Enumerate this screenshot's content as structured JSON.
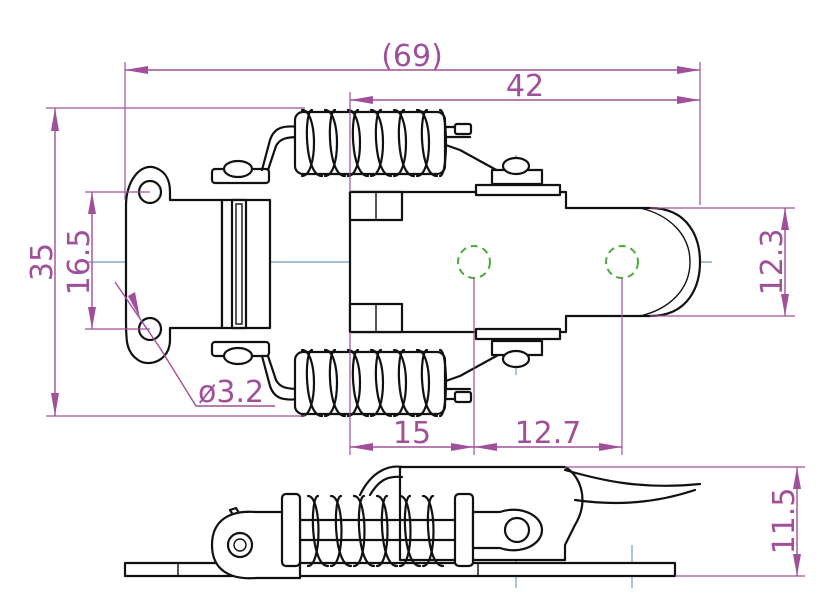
{
  "colors": {
    "dimension": "#a0509a",
    "object": "#111111",
    "centerline": "#3f7fa7",
    "hidden_hole": "#4aaa3a"
  },
  "dimensions": {
    "overall_length": "(69)",
    "hook_length": "42",
    "total_height": "35",
    "mount_hole_spacing": "16.5",
    "hole_diameter": "ø3.2",
    "hook_width": "12.3",
    "spring_to_hole": "15",
    "hole_to_hole": "12.7",
    "side_height": "11.5"
  }
}
